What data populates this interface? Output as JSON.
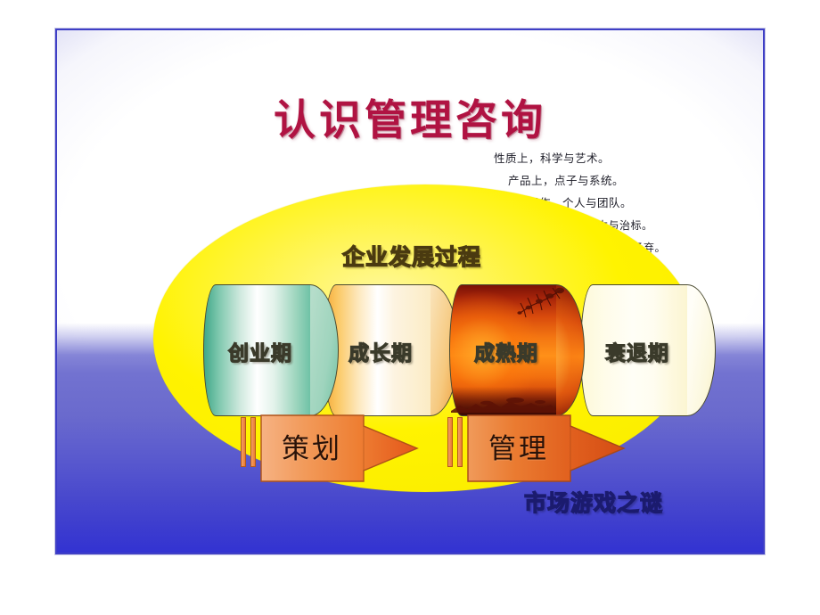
{
  "slide": {
    "title": "认识管理咨询",
    "title_color": "#b01342",
    "background": {
      "border_color": "#3f3fc6",
      "lower_band_color_top": "#7272d0",
      "lower_band_color_bottom": "#3232d2",
      "page_color": "#ffffff"
    },
    "notes": [
      "性质上，科学与艺术。",
      "产品上，点子与系统。",
      "运作，个人与团队。",
      "功效，治本与治标。",
      "抛弃与扬弃。"
    ],
    "diagram": {
      "ellipse_label": "企业发展过程",
      "ellipse_color": "#fff300",
      "stages": [
        {
          "label": "创业期",
          "fill": "teal-gradient",
          "accent": "#3fa889"
        },
        {
          "label": "成长期",
          "fill": "gold-gradient",
          "accent": "#f5a93a"
        },
        {
          "label": "成熟期",
          "fill": "sunset-photo",
          "accent": "#ff9018"
        },
        {
          "label": "衰退期",
          "fill": "cream-gradient",
          "accent": "#fdf9d8"
        }
      ],
      "arrows": [
        {
          "label": "策划",
          "color": "#ee7a2e"
        },
        {
          "label": "管理",
          "color": "#e2561a"
        }
      ]
    },
    "footer_label": "市场游戏之谜",
    "footer_label_color": "#3b3bb4"
  }
}
